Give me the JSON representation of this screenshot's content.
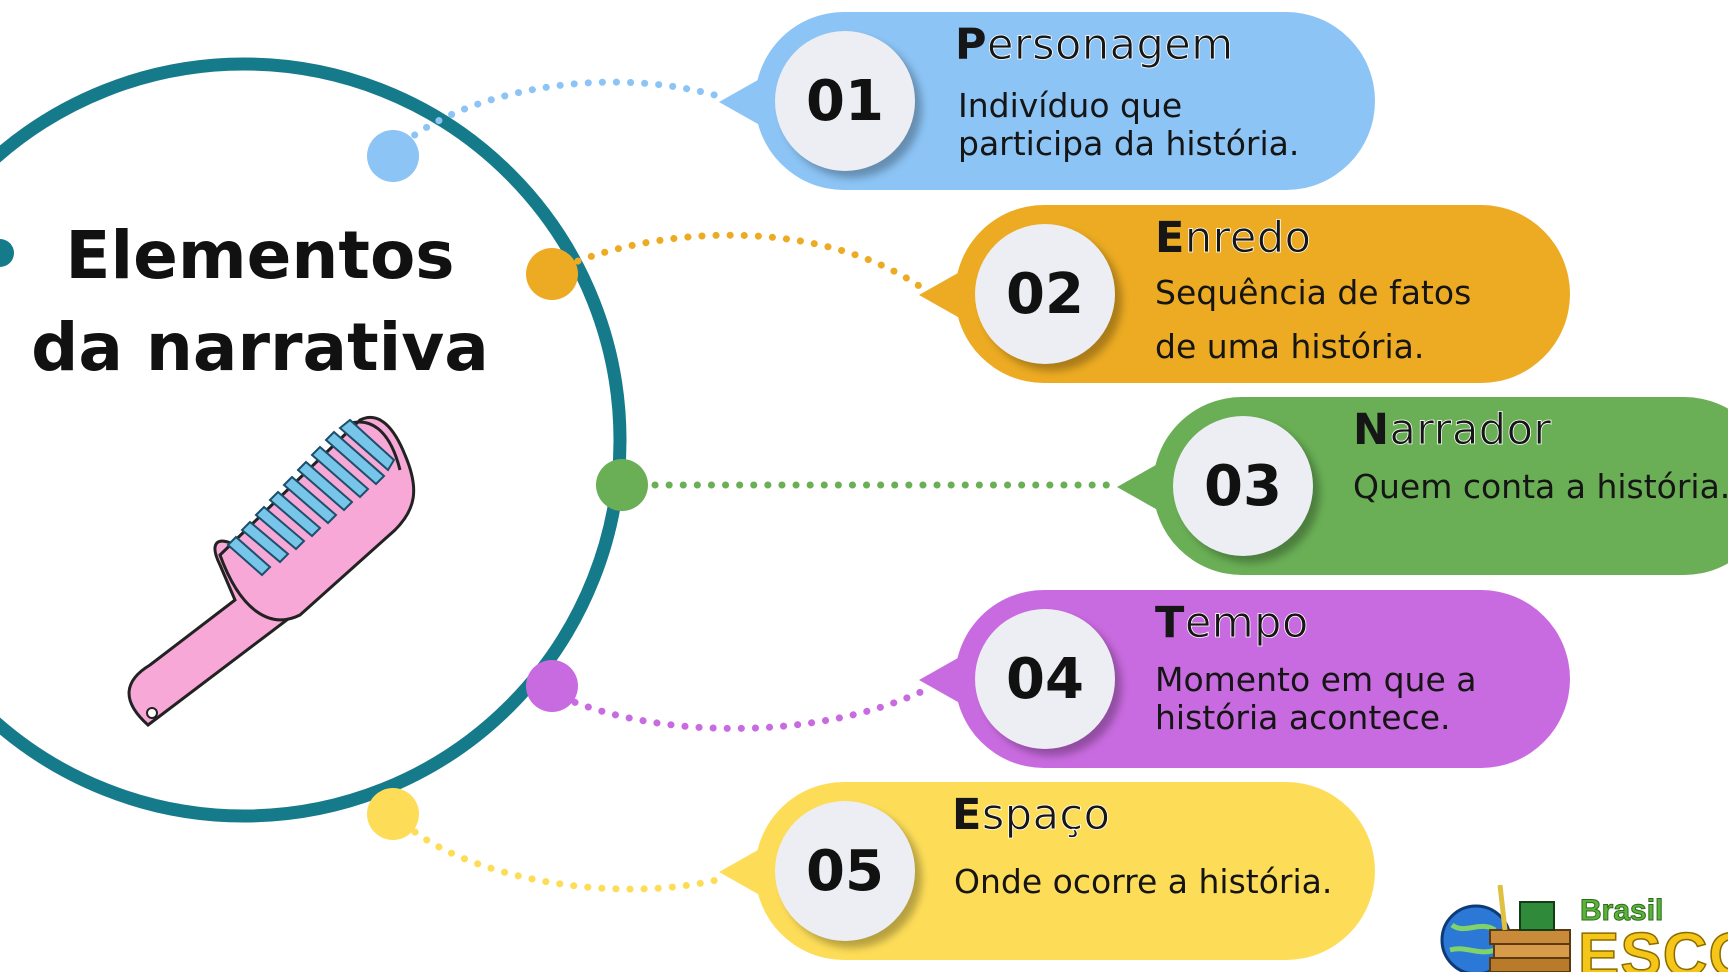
{
  "title": {
    "line1": "Elementos",
    "line2": "da narrativa"
  },
  "colors": {
    "ring": "#157a8a",
    "blue": "#8cc4f5",
    "orange": "#ecab22",
    "green": "#6aaf56",
    "purple": "#c96be0",
    "yellow": "#fddd58",
    "comb_pink": "#f7a8d6",
    "comb_teeth": "#78c5ea"
  },
  "items": [
    {
      "number": "01",
      "initial": "P",
      "rest": "ersonagem",
      "desc1": "Indivíduo que",
      "desc2": "participa da história.",
      "color": "blue"
    },
    {
      "number": "02",
      "initial": "E",
      "rest": "nredo",
      "desc1": "Sequência de fatos",
      "desc2": "de uma história.",
      "color": "orange"
    },
    {
      "number": "03",
      "initial": "N",
      "rest": "arrador",
      "desc1": "Quem conta a história.",
      "desc2": "",
      "color": "green"
    },
    {
      "number": "04",
      "initial": "T",
      "rest": "empo",
      "desc1": "Momento em que a",
      "desc2": "história acontece.",
      "color": "purple"
    },
    {
      "number": "05",
      "initial": "E",
      "rest": "spaço",
      "desc1": "Onde ocorre a história.",
      "desc2": "",
      "color": "yellow"
    }
  ],
  "logo": {
    "line1": "Brasil",
    "line2": "ESCOLA",
    "icon": "globe-books-icon"
  }
}
